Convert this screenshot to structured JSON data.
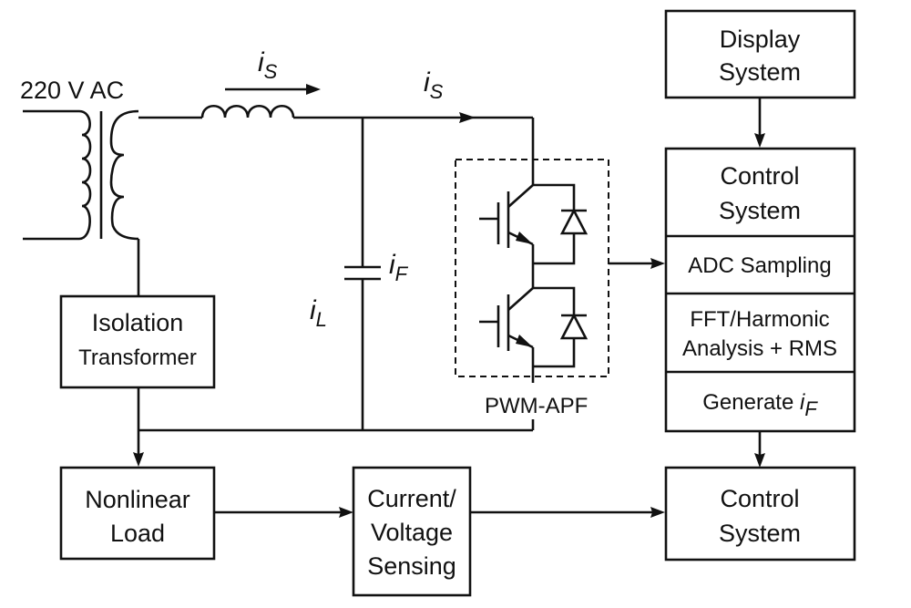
{
  "title": "Active power filter (PWM-APF) harmonic compensation system",
  "source_label": "220 V AC",
  "current_labels": {
    "is_symbol": "i",
    "is_subscript": "S",
    "if_symbol": "i",
    "if_subscript": "F",
    "il_symbol": "i",
    "il_subscript": "L"
  },
  "blocks": {
    "display_system": [
      "Display",
      "System"
    ],
    "control_system_top": [
      "Control",
      "System"
    ],
    "adc_sampling": "ADC Sampling",
    "fft_analysis": [
      "FFT/Harmonic",
      "Analysis + RMS"
    ],
    "generate_if": {
      "text": "Generate ",
      "symbol": "i",
      "subscript": "F"
    },
    "isolation_transformer": [
      "Isolation",
      "Transformer"
    ],
    "nonlinear_load": [
      "Nonlinear",
      "Load"
    ],
    "current_voltage_sensing": [
      "Current/",
      "Voltage",
      "Sensing"
    ],
    "control_system_bottom": [
      "Control",
      "System"
    ]
  },
  "pwm_apf_label": "PWM-APF",
  "colors": {
    "stroke": "#111111",
    "background": "#ffffff"
  }
}
